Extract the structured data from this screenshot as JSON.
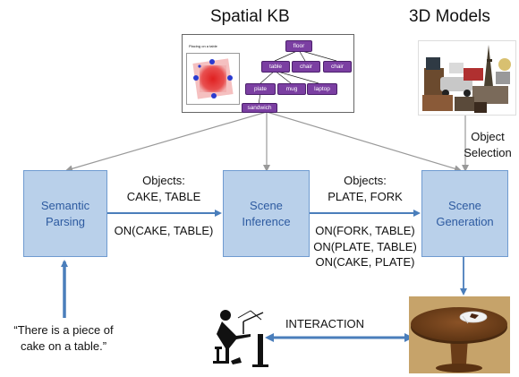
{
  "headings": {
    "spatial_kb": "Spatial KB",
    "models_3d": "3D Models"
  },
  "boxes": {
    "semantic": [
      "Semantic",
      "Parsing"
    ],
    "inference": [
      "Scene",
      "Inference"
    ],
    "generation": [
      "Scene",
      "Generation"
    ]
  },
  "labels": {
    "objects1": [
      "Objects:",
      "CAKE, TABLE"
    ],
    "relation1": "ON(CAKE, TABLE)",
    "objects2": [
      "Objects:",
      "PLATE, FORK"
    ],
    "relations2": [
      "ON(FORK, TABLE)",
      "ON(PLATE, TABLE)",
      "ON(CAKE, PLATE)"
    ],
    "object_selection": [
      "Object",
      "Selection"
    ],
    "quote": [
      "“There is a piece of",
      "cake on a table.”"
    ],
    "interaction": "INTERACTION"
  },
  "kb_graph": {
    "nodes": {
      "floor": "floor",
      "table": "table",
      "chair1": "chair",
      "chair2": "chair",
      "plate": "plate",
      "mug": "mug",
      "laptop": "laptop",
      "sandwich": "sandwich"
    },
    "mini_caption": "Placing on a table"
  },
  "colors": {
    "box_fill": "#b9d0ea",
    "box_border": "#6f9bd0",
    "box_text": "#2d5aa0",
    "arrow_blue": "#4a7ebb",
    "arrow_gray": "#999999",
    "node_purple": "#7b3fa2"
  }
}
